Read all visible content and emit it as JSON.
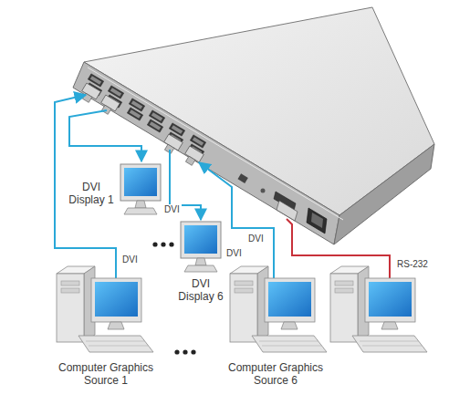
{
  "diagram": {
    "nodes": [
      {
        "text": [
          "DVI Display 1"
        ]
      },
      {
        "text": [
          "DVI Display 6"
        ]
      },
      {
        "text": [
          "Computer Graphics Source 1"
        ]
      },
      {
        "text": [
          "Computer Graphics Source 6"
        ]
      }
    ],
    "labels": [
      "DVI",
      "DVI",
      "DVI",
      "DVI",
      "RS-232"
    ]
  }
}
